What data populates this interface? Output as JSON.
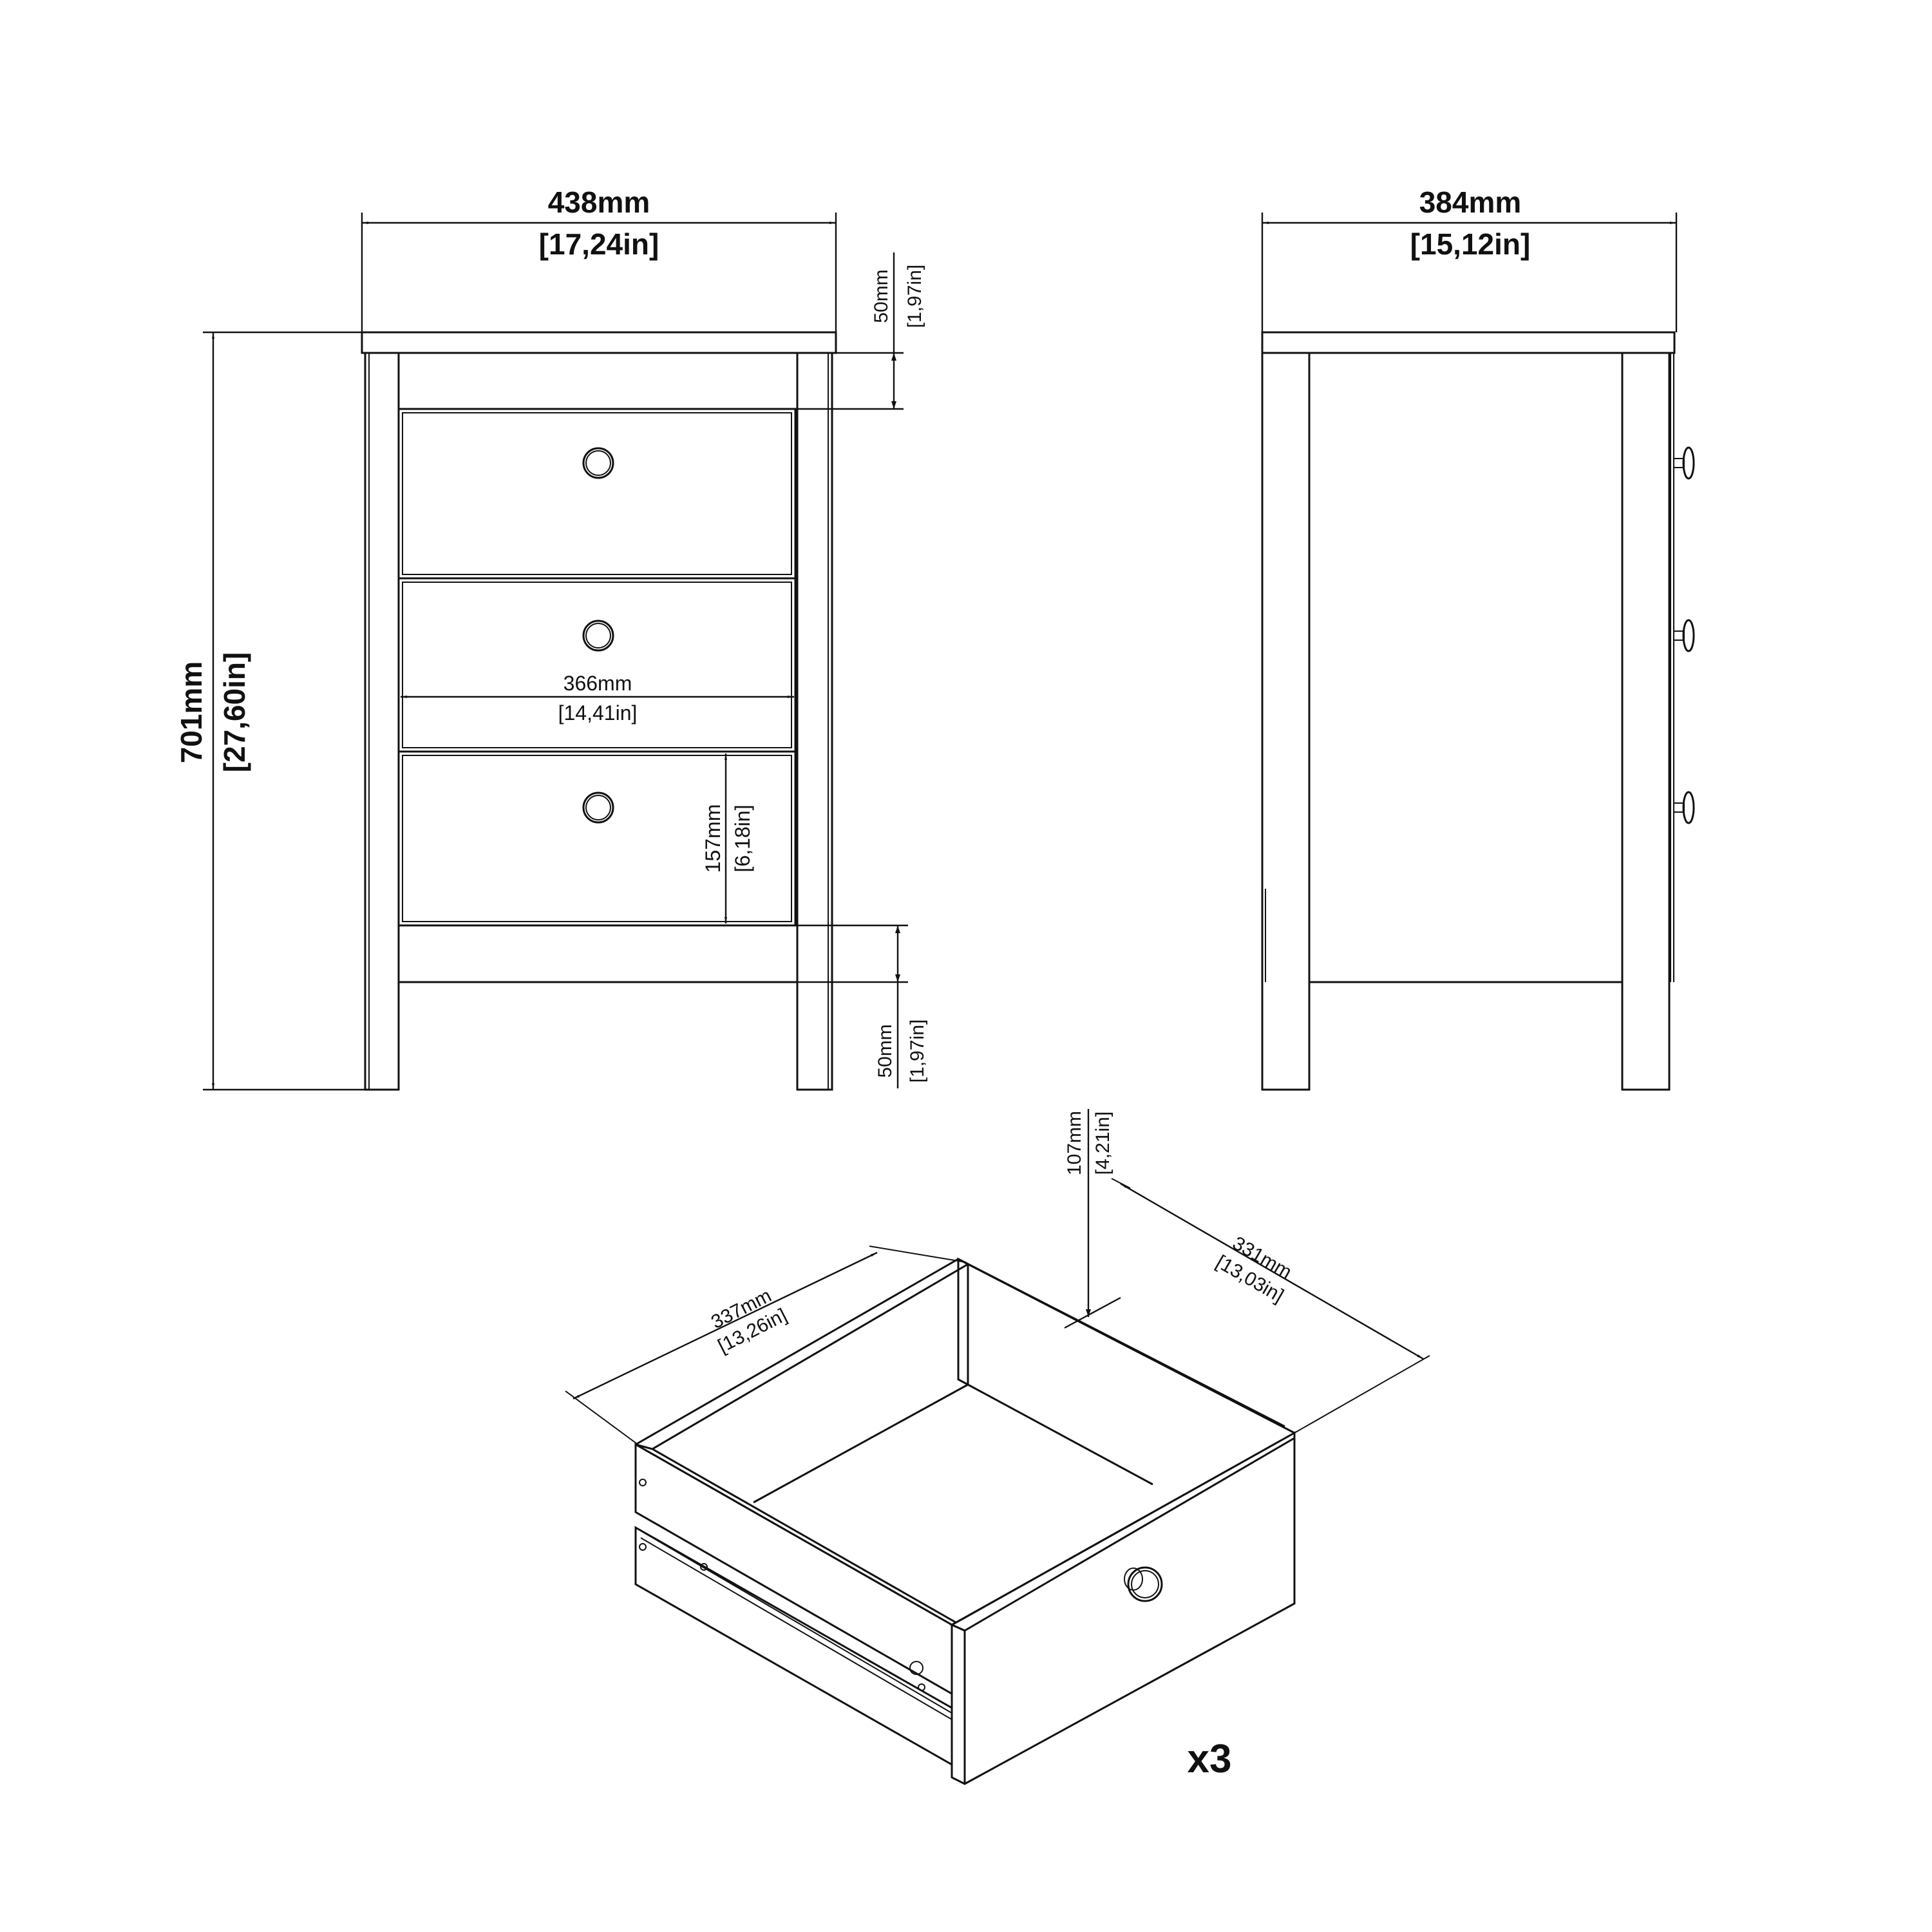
{
  "front_view": {
    "width": {
      "mm": "438mm",
      "in": "17,24in"
    },
    "height": {
      "mm": "701mm",
      "in": "27,60in"
    },
    "top_rail": {
      "mm": "50mm",
      "in": "1,97in"
    },
    "bottom_rail": {
      "mm": "50mm",
      "in": "1,97in"
    },
    "inner_width": {
      "mm": "366mm",
      "in": "14,41in"
    },
    "drawer_height": {
      "mm": "157mm",
      "in": "6,18in"
    },
    "drawer_count": 3
  },
  "side_view": {
    "depth": {
      "mm": "384mm",
      "in": "15,12in"
    },
    "knob_count": 3
  },
  "drawer_detail": {
    "width": {
      "mm": "337mm",
      "in": "13,26in"
    },
    "depth": {
      "mm": "331mm",
      "in": "13,03in"
    },
    "height": {
      "mm": "107mm",
      "in": "4,21in"
    },
    "quantity": "x3"
  },
  "colors": {
    "line": "#111111",
    "background": "#ffffff"
  }
}
